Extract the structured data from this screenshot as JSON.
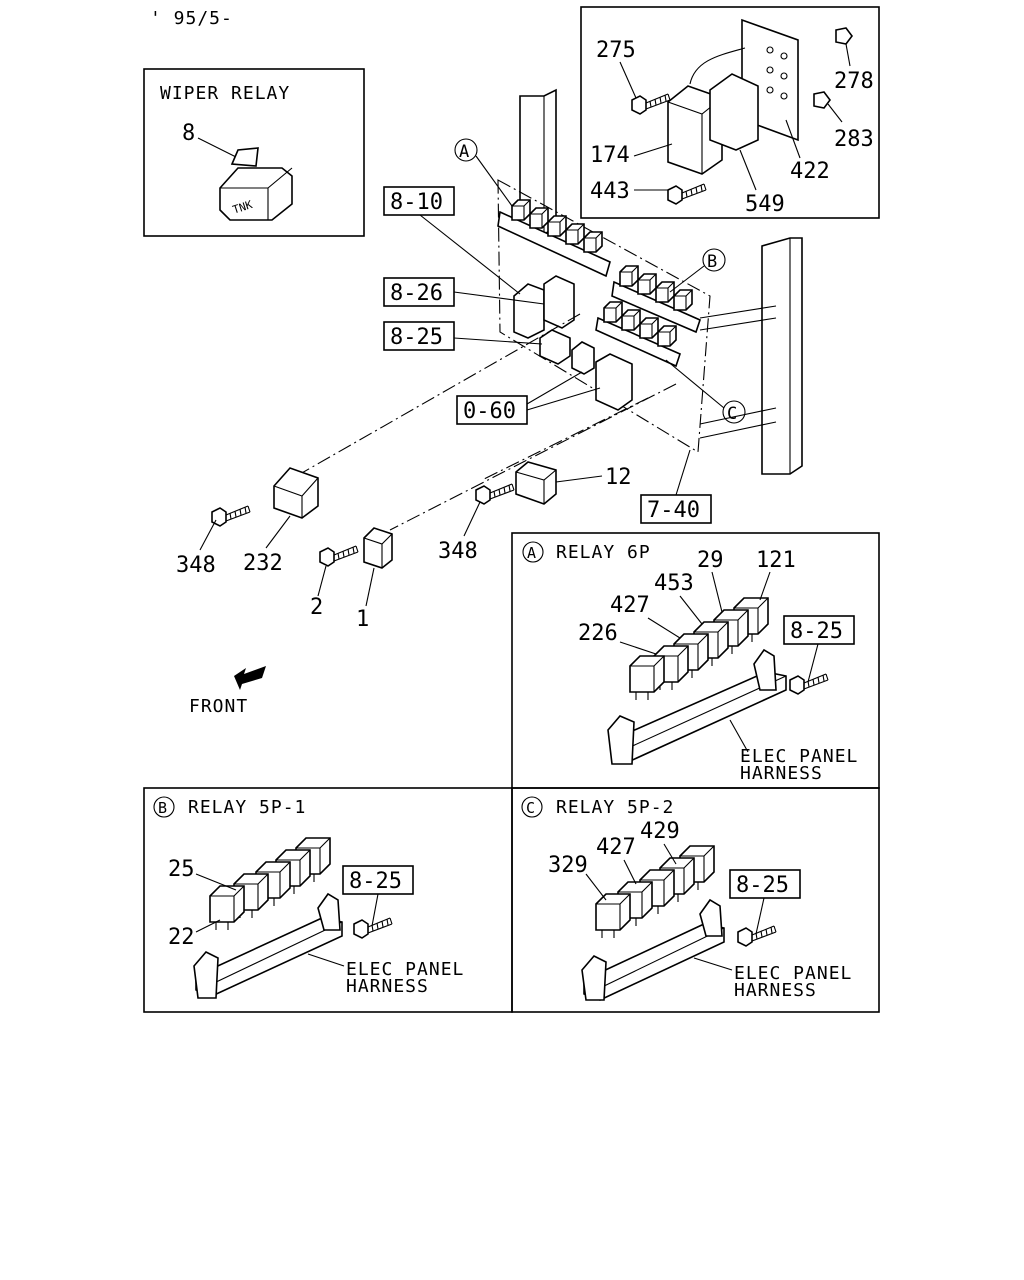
{
  "header": {
    "date_code": "' 95/5-"
  },
  "panels": {
    "wiper": {
      "title": "WIPER RELAY",
      "part": "8",
      "relay_mark": "TNK"
    },
    "module": {
      "parts": [
        "275",
        "278",
        "283",
        "174",
        "422",
        "443",
        "549"
      ]
    },
    "relay6p": {
      "badge": "A",
      "title": "RELAY 6P",
      "parts": [
        "29",
        "121",
        "453",
        "427",
        "226"
      ],
      "ref": "8-25",
      "harness_line1": "ELEC PANEL",
      "harness_line2": "HARNESS"
    },
    "relay5p1": {
      "badge": "B",
      "title": "RELAY 5P-1",
      "parts": [
        "25",
        "22"
      ],
      "ref": "8-25",
      "harness_line1": "ELEC PANEL",
      "harness_line2": "HARNESS"
    },
    "relay5p2": {
      "badge": "C",
      "title": "RELAY 5P-2",
      "parts": [
        "429",
        "427",
        "329"
      ],
      "ref": "8-25",
      "harness_line1": "ELEC PANEL",
      "harness_line2": "HARNESS"
    }
  },
  "main": {
    "callouts": {
      "a": "A",
      "b": "B",
      "c": "C"
    },
    "refs": {
      "r810": "8-10",
      "r826": "8-26",
      "r825": "8-25",
      "r060": "0-60",
      "r740": "7-40"
    },
    "parts": {
      "p12": "12",
      "p348a": "348",
      "p232": "232",
      "p348b": "348",
      "p2": "2",
      "p1": "1"
    },
    "front_label": "FRONT"
  }
}
